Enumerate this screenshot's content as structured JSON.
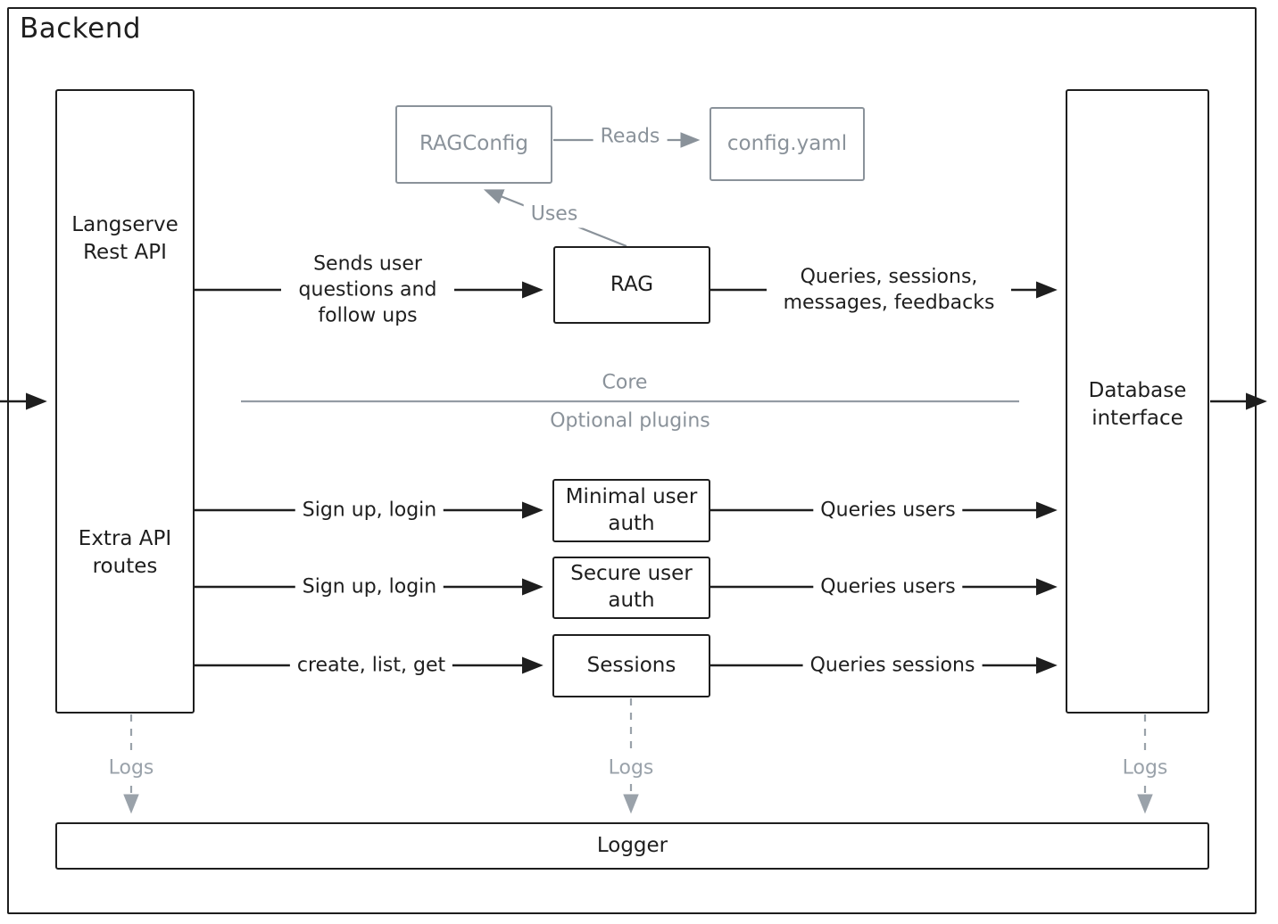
{
  "title": "Backend",
  "colors": {
    "stroke": "#1e1e1e",
    "muted_gray": "#8a929a",
    "light_gray": "#9aa2aa",
    "background": "#ffffff"
  },
  "sections": {
    "core": "Core",
    "plugins": "Optional plugins"
  },
  "nodes": {
    "langserve": "Langserve Rest API",
    "extra_routes": "Extra API routes",
    "rag_config": "RAGConfig",
    "config_yaml": "config.yaml",
    "rag": "RAG",
    "minimal_auth": "Minimal user auth",
    "secure_auth": "Secure user auth",
    "sessions": "Sessions",
    "database": "Database interface",
    "logger": "Logger"
  },
  "edges": {
    "reads": "Reads",
    "uses": "Uses",
    "sends_questions": "Sends user questions and follow ups",
    "rag_to_db": "Queries, sessions, messages, feedbacks",
    "sign_up_login": "Sign up, login",
    "queries_users": "Queries users",
    "create_list_get": "create, list, get",
    "queries_sessions": "Queries sessions",
    "logs": "Logs"
  }
}
